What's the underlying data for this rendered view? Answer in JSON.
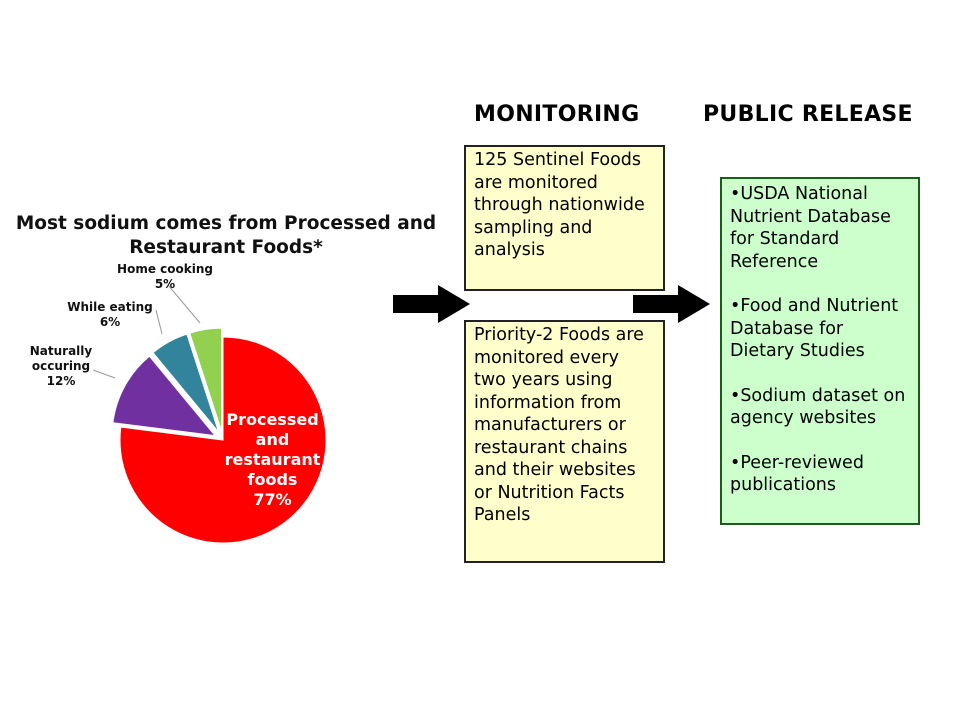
{
  "chart_data": {
    "type": "pie",
    "title": "Most sodium comes from Processed and Restaurant Foods*",
    "slices": [
      {
        "label": "Processed and restaurant foods",
        "value": 77,
        "display": "77%",
        "color": "#ff0000"
      },
      {
        "label": "Naturally occuring",
        "value": 12,
        "display": "12%",
        "color": "#7030a0"
      },
      {
        "label": "While eating",
        "value": 6,
        "display": "6%",
        "color": "#31849b"
      },
      {
        "label": "Home cooking",
        "value": 5,
        "display": "5%",
        "color": "#92d050"
      }
    ]
  },
  "labels": {
    "processed_1": "Processed",
    "processed_2": "and",
    "processed_3": "restaurant",
    "processed_4": "foods",
    "processed_pct": "77%",
    "natural_1": "Naturally",
    "natural_2": "occuring",
    "natural_pct": "12%",
    "eating_1": "While eating",
    "eating_pct": "6%",
    "home_1": "Home cooking",
    "home_pct": "5%"
  },
  "monitoring": {
    "heading": "MONITORING",
    "sentinel": "125 Sentinel Foods are monitored through nationwide sampling and analysis",
    "priority2": "Priority-2 Foods are monitored every two years using information from manufacturers or restaurant chains and their websites or Nutrition Facts Panels"
  },
  "release": {
    "heading": "PUBLIC RELEASE",
    "items": [
      "•USDA National Nutrient Database for Standard Reference",
      "•Food and Nutrient Database for Dietary Studies",
      "•Sodium dataset on agency websites",
      "•Peer-reviewed publications"
    ]
  }
}
